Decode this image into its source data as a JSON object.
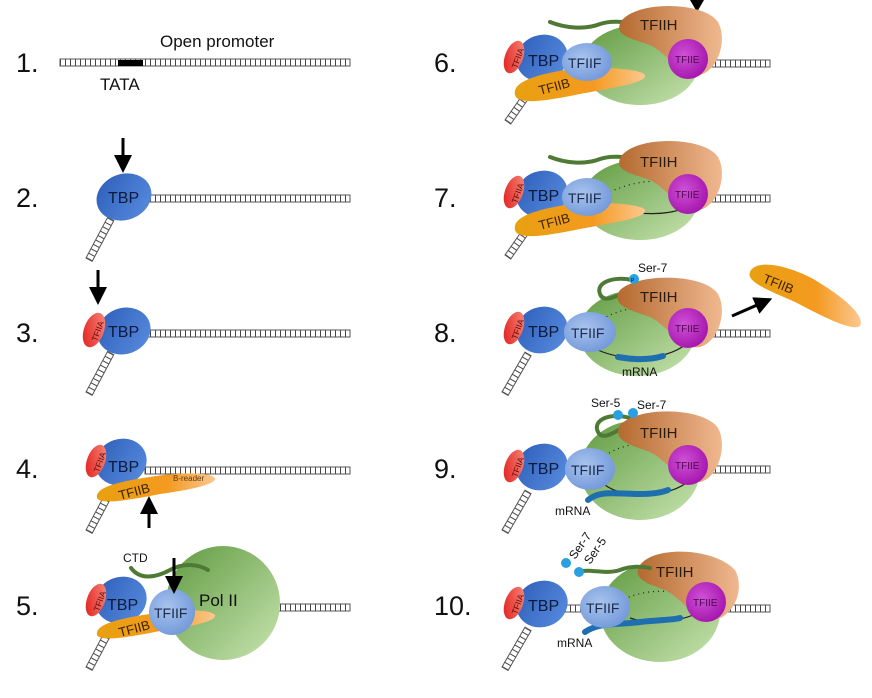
{
  "steps": [
    "1.",
    "2.",
    "3.",
    "4.",
    "5.",
    "6.",
    "7.",
    "8.",
    "9.",
    "10."
  ],
  "labels": {
    "open_promoter": "Open promoter",
    "tata": "TATA",
    "tbp": "TBP",
    "tfiia": "TFIIA",
    "tfiib": "TFIIB",
    "tfiif": "TFIIF",
    "tfiie": "TFIIE",
    "tfiih": "TFIIH",
    "pol2": "Pol II",
    "b_reader": "B-reader",
    "ctd": "CTD",
    "mrna": "mRNA",
    "ser5": "Ser-5",
    "ser7": "Ser-7",
    "phospho": "P"
  },
  "colors": {
    "tbp": "#3a6cc4",
    "tfiia": "#e8302a",
    "tfiib": "#f0a020",
    "tfiif": "#8fb0e0",
    "pol2": "#8cc070",
    "tfiih": "#c8804a",
    "tfiie": "#b020b0",
    "ctd": "#4f7a35",
    "mrna": "#1f6fb0",
    "phospho": "#2aa0e0"
  }
}
